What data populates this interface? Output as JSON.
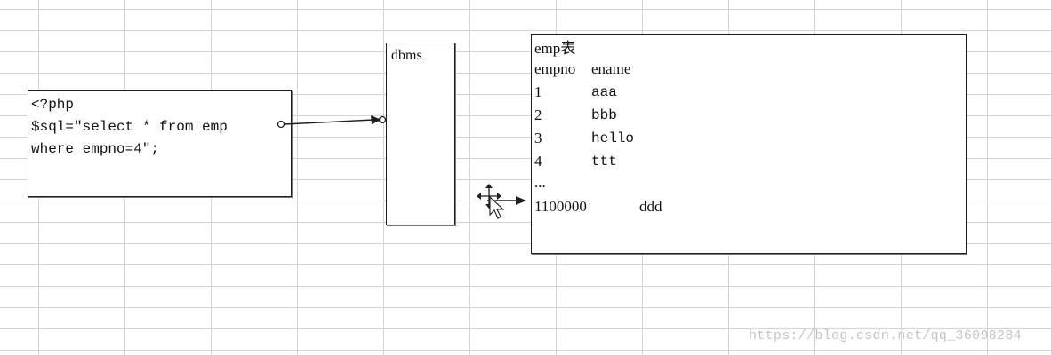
{
  "php_box": {
    "lines": [
      "<?php",
      "$sql=\"select * from emp",
      "where empno=4\";"
    ]
  },
  "dbms_box": {
    "label": "dbms"
  },
  "emp_table": {
    "title": "emp表",
    "headers": [
      "empno",
      "ename"
    ],
    "rows": [
      [
        "1",
        "aaa"
      ],
      [
        "2",
        "bbb"
      ],
      [
        "3",
        "hello"
      ],
      [
        "4",
        "ttt"
      ]
    ],
    "ellipsis": "...",
    "last_row": [
      "1100000",
      "ddd"
    ]
  },
  "watermark": "https://blog.csdn.net/qq_36098284",
  "icons": {
    "cursor": "move-cursor-icon"
  },
  "colors": {
    "grid": "#d4d4d4",
    "stroke": "#1e1e1e",
    "watermark": "#c4c4c4"
  }
}
